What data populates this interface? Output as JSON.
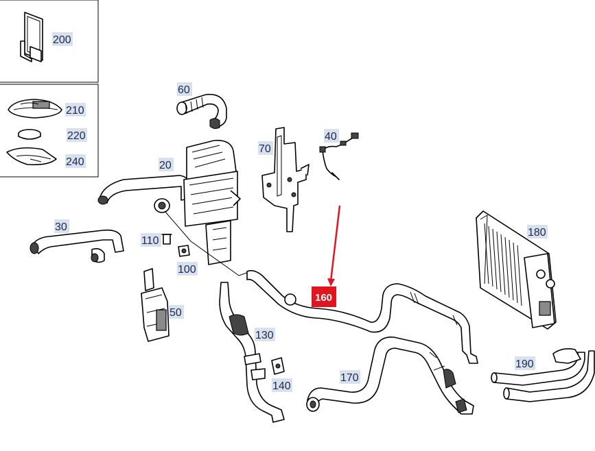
{
  "diagram": {
    "highlight_color": "#e0151f",
    "label_bg_color": "#d9e1ee",
    "arrow_color": "#e0151f",
    "callouts": {
      "c200": "200",
      "c210": "210",
      "c220": "220",
      "c240": "240",
      "c60": "60",
      "c20": "20",
      "c70": "70",
      "c40": "40",
      "c30": "30",
      "c110": "110",
      "c100": "100",
      "c50": "50",
      "c180": "180",
      "c160": "160",
      "c130": "130",
      "c140": "140",
      "c170": "170",
      "c190": "190"
    },
    "highlighted_part": "160"
  }
}
